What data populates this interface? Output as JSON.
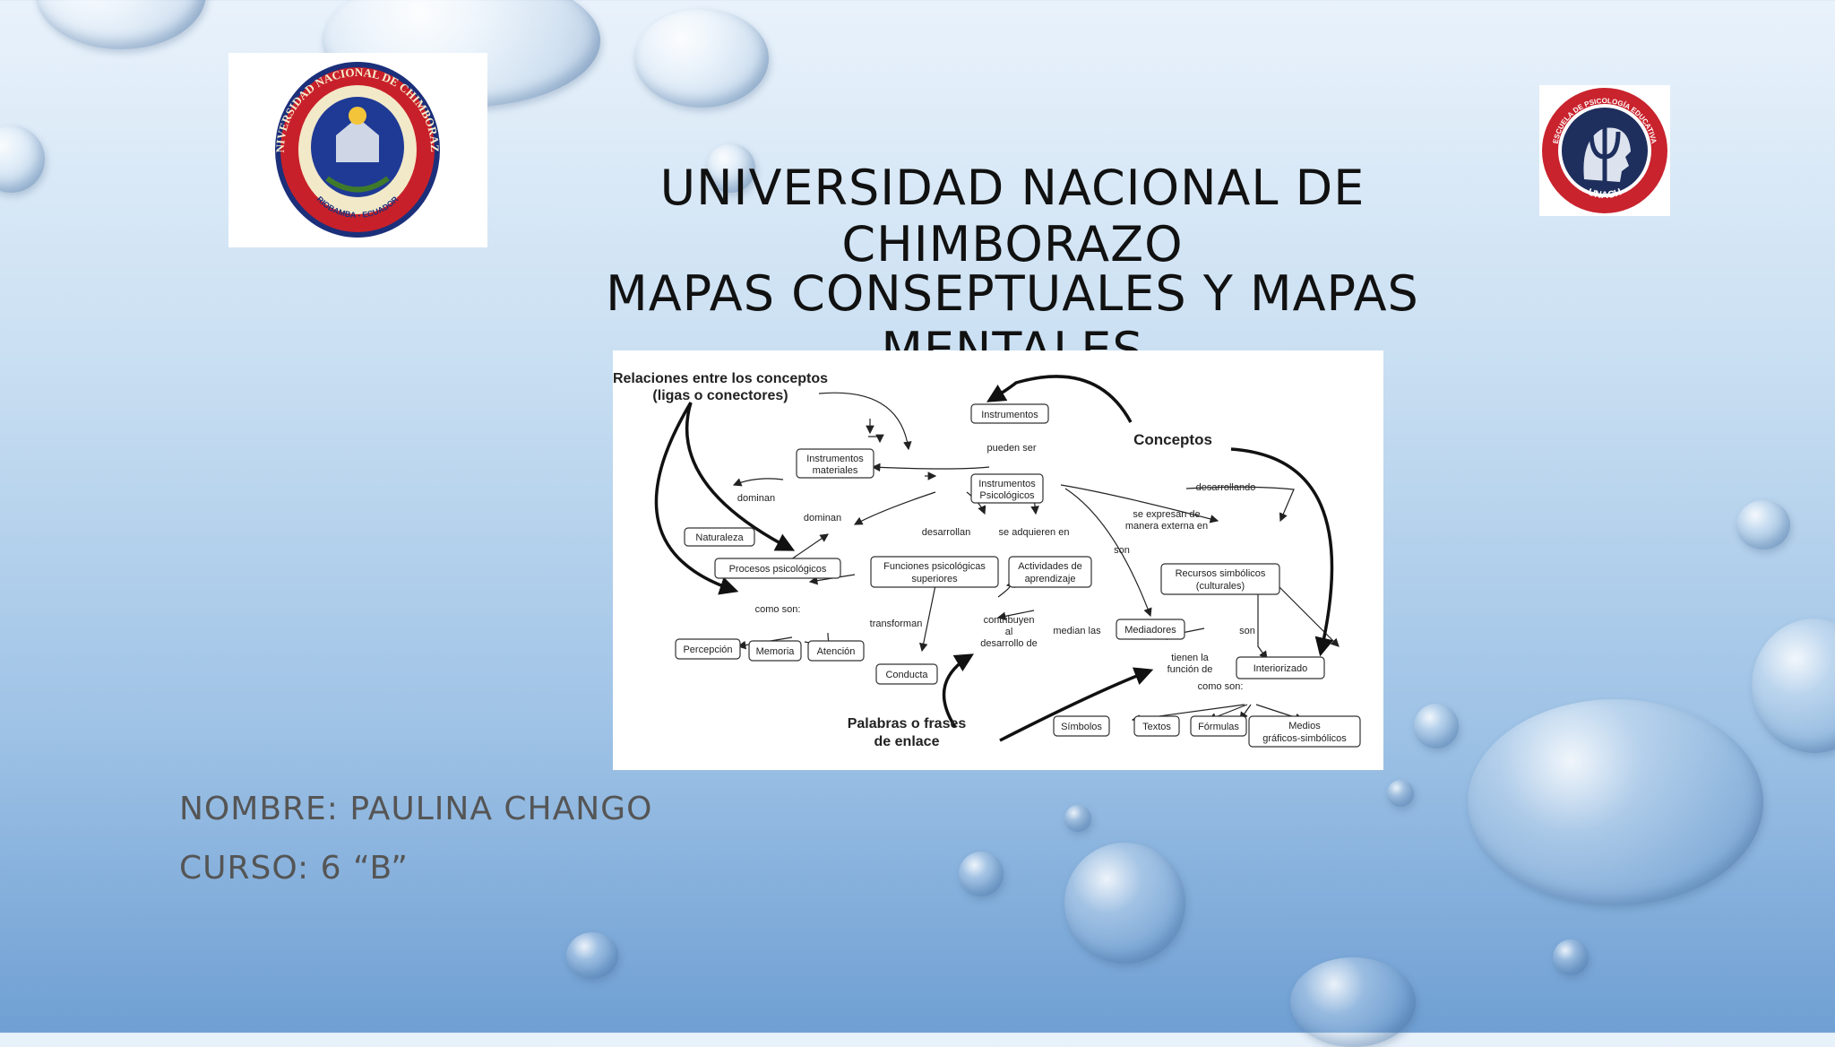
{
  "header": {
    "title": "UNIVERSIDAD NACIONAL DE CHIMBORAZO",
    "subtitle": "MAPAS CONSEPTUALES Y MAPAS MENTALES"
  },
  "logos": {
    "left_text_top": "UNIVERSIDAD NACIONAL DE CHIMBORAZO",
    "left_text_bottom": "RIOBAMBA - ECUADOR",
    "right_text_top": "ESCUELA DE PSICOLOGÍA EDUCATIVA",
    "right_text_bottom": "UNACH"
  },
  "diagram": {
    "heading_relations_1": "Relaciones entre los conceptos",
    "heading_relations_2": "(ligas o conectores)",
    "heading_concepts": "Conceptos",
    "heading_link_1": "Palabras o frases",
    "heading_link_2": "de enlace",
    "nodes": {
      "instrumentos": "Instrumentos",
      "inst_materiales_1": "Instrumentos",
      "inst_materiales_2": "materiales",
      "inst_psico_1": "Instrumentos",
      "inst_psico_2": "Psicológicos",
      "naturaleza": "Naturaleza",
      "procesos": "Procesos psicológicos",
      "funciones_1": "Funciones psicológicas",
      "funciones_2": "superiores",
      "actividades_1": "Actividades de",
      "actividades_2": "aprendizaje",
      "recursos_1": "Recursos simbólicos",
      "recursos_2": "(culturales)",
      "percepcion": "Percepción",
      "memoria": "Memoria",
      "atencion": "Atención",
      "conducta": "Conducta",
      "mediadores": "Mediadores",
      "interiorizado": "Interiorizado",
      "simbolos": "Símbolos",
      "textos": "Textos",
      "formulas": "Fórmulas",
      "medios_1": "Medios",
      "medios_2": "gráficos-simbólicos"
    },
    "links": {
      "pueden_ser": "pueden ser",
      "dominan_1": "dominan",
      "dominan_2": "dominan",
      "desarrollan": "desarrollan",
      "se_adquieren_en": "se adquieren en",
      "se_expresan_1": "se expresan de",
      "se_expresan_2": "manera externa en",
      "son_1": "son",
      "desarrollando": "desarrollando",
      "como_son_1": "como son:",
      "transforman": "transforman",
      "contribuyen_1": "contribuyen",
      "contribuyen_2": "al",
      "contribuyen_3": "desarrollo de",
      "median_las": "median las",
      "tienen_1": "tienen la",
      "tienen_2": "función de",
      "son_2": "son",
      "como_son_2": "como son:"
    }
  },
  "student": {
    "name": "NOMBRE:  PAULINA CHANGO",
    "course": "CURSO: 6 “B”"
  }
}
